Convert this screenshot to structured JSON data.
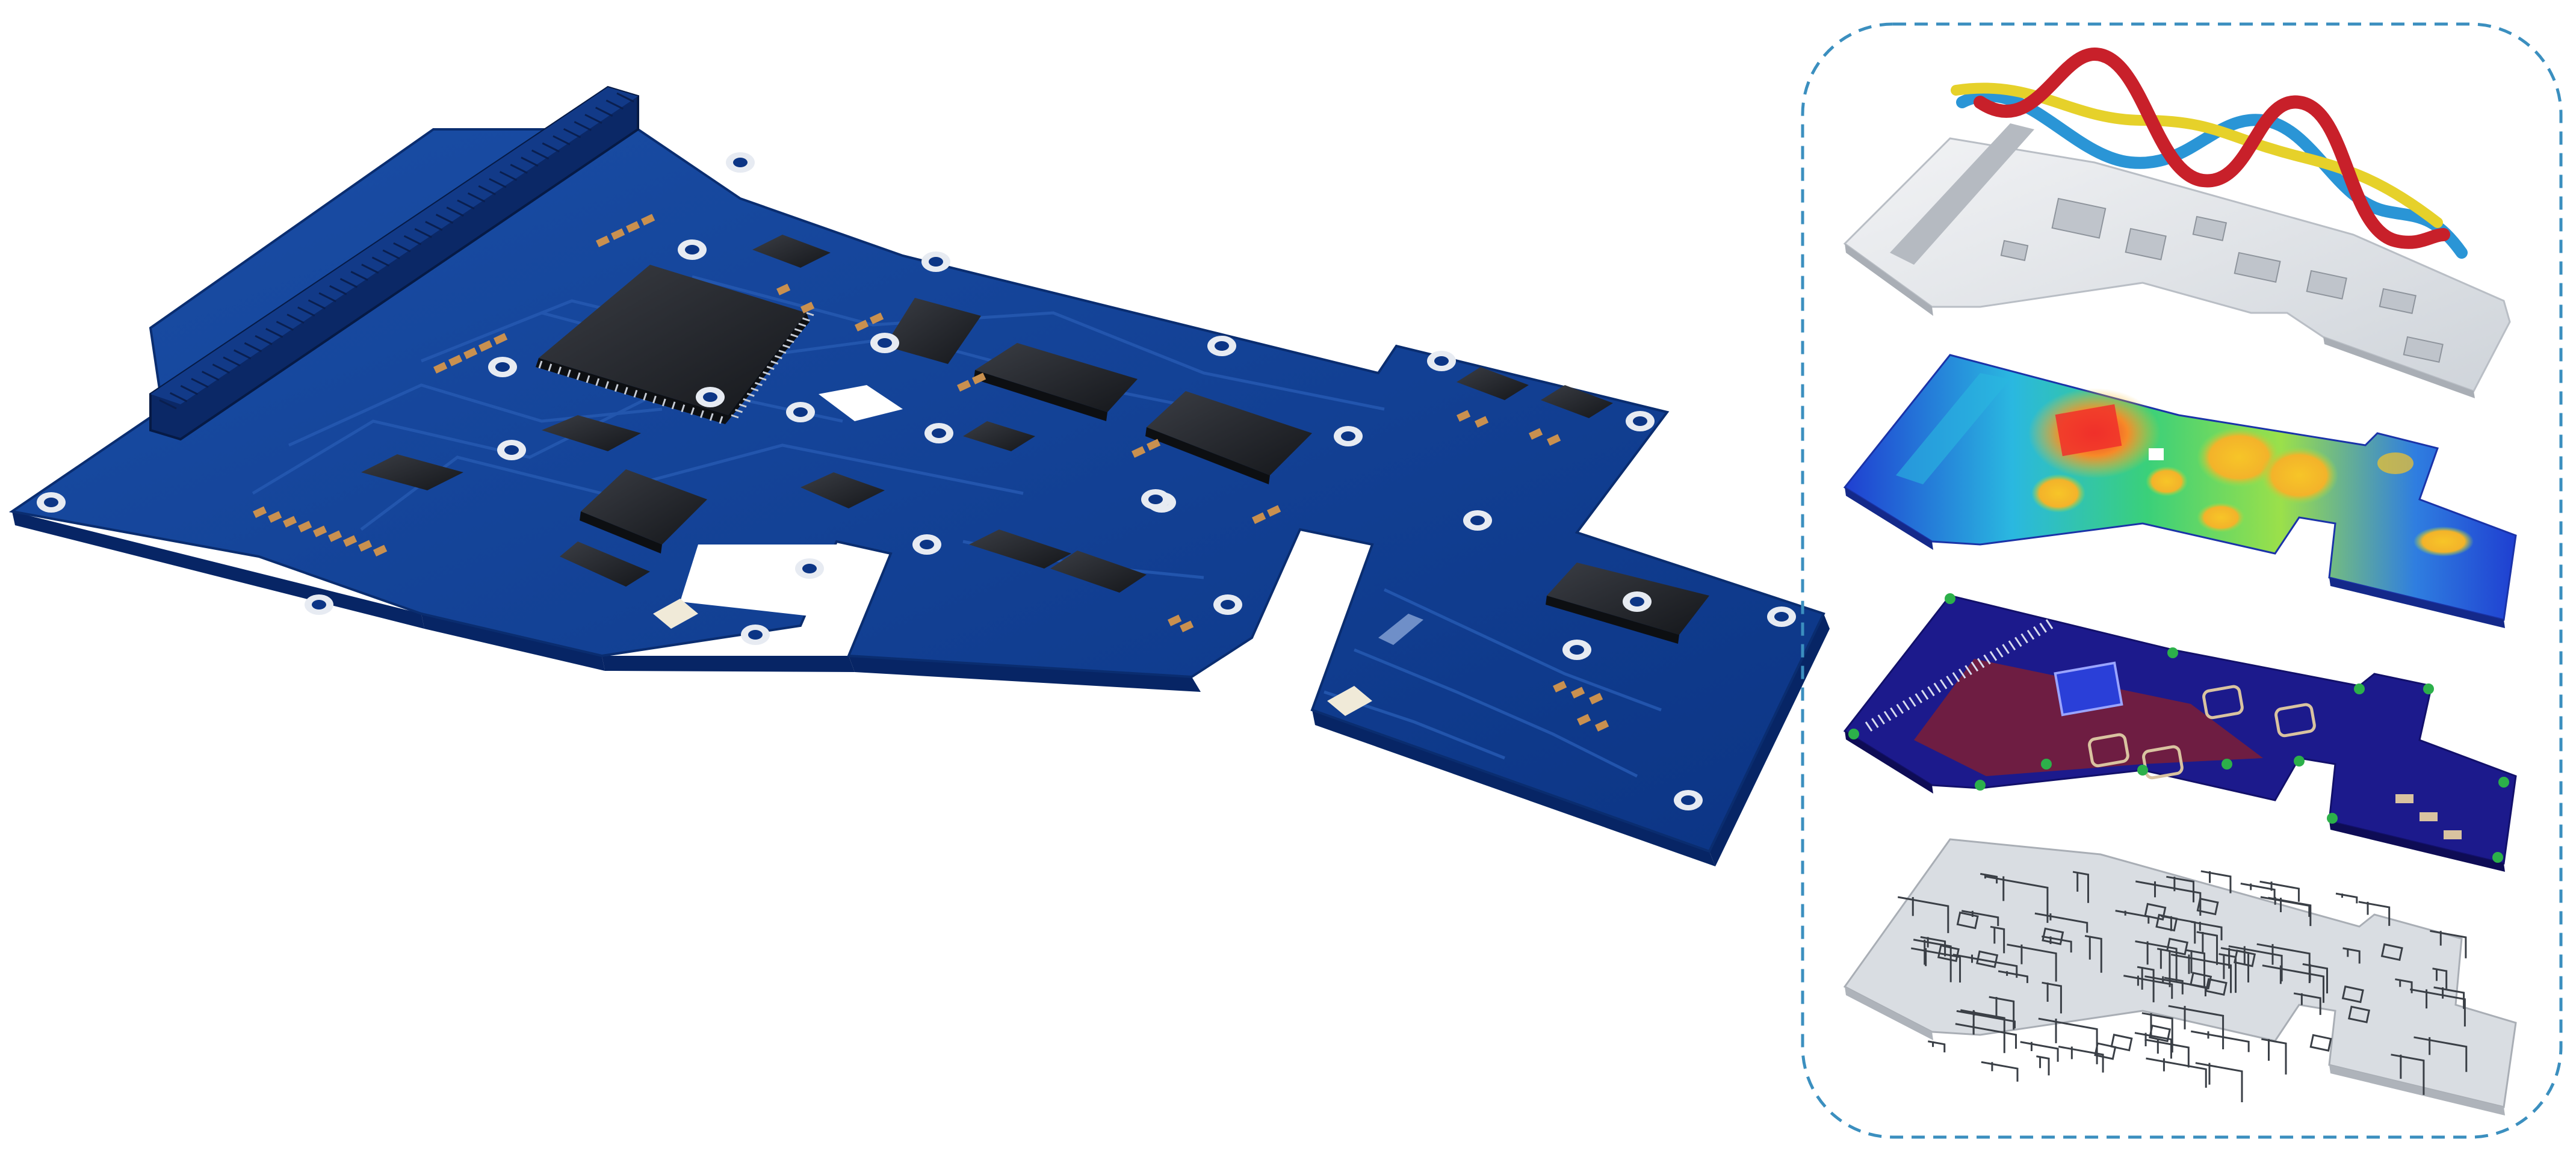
{
  "colors": {
    "background": "#ffffff",
    "board_blue": "#0e3b8e",
    "board_edge": "#072565",
    "board_top_light": "#15489f",
    "trace": "#1d52a8",
    "chip": "#1f2227",
    "chip_highlight": "#3a3d44",
    "pad_gold": "#c9904f",
    "hole_ring": "#e7ebf2",
    "panel_border": "#3b8fbf",
    "signal_red": "#c8202a",
    "signal_blue": "#2a95d6",
    "signal_yellow": "#e6d12a",
    "thermal_hot": "#f0302a",
    "thermal_warm": "#f7c528",
    "thermal_mid": "#3ad07a",
    "thermal_cool": "#1f3fd1",
    "layout_dark": "#1c1a8c",
    "layout_red": "#8a1f2a",
    "layout_green": "#2cb04a",
    "gray_board": "#d9dde2",
    "line_dark": "#3a3f46"
  },
  "scene": {
    "main_board": {
      "icon": "pcb-board-icon",
      "components": [
        "edge-connector",
        "cpu-chip",
        "ic-chip",
        "capacitor",
        "mounting-hole"
      ]
    },
    "analysis_panel": {
      "icon": "analysis-views-icon",
      "views": [
        {
          "id": "signal-integrity",
          "icon": "waveform-icon"
        },
        {
          "id": "thermal-simulation",
          "icon": "heatmap-icon"
        },
        {
          "id": "layout-layers",
          "icon": "layers-icon"
        },
        {
          "id": "schematic-outline",
          "icon": "schematic-icon"
        }
      ]
    }
  }
}
